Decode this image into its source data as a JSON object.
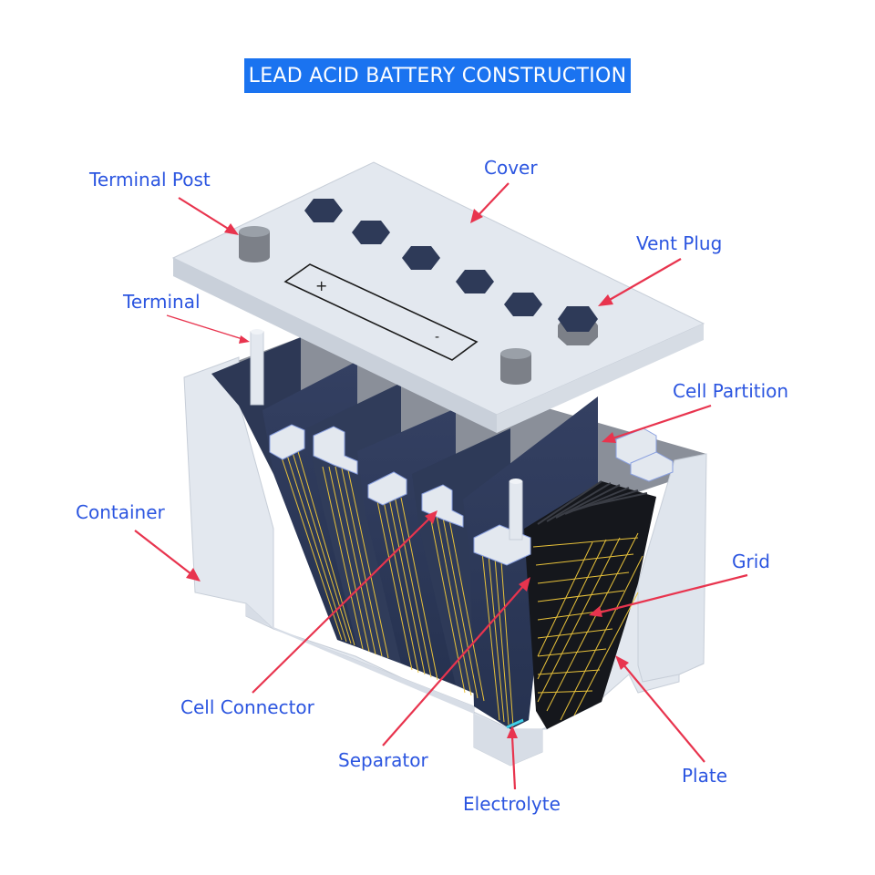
{
  "title": "LEAD ACID BATTERY CONSTRUCTION",
  "labels": {
    "terminal_post": "Terminal Post",
    "cover": "Cover",
    "vent_plug": "Vent Plug",
    "terminal": "Terminal",
    "cell_partition": "Cell Partition",
    "container": "Container",
    "grid": "Grid",
    "cell_connector": "Cell Connector",
    "separator": "Separator",
    "plate": "Plate",
    "electrolyte": "Electrolyte"
  },
  "cover_marks": {
    "plus": "+",
    "minus": "-"
  },
  "colors": {
    "title_bg": "#1a73f0",
    "label_text": "#2b55e0",
    "leader": "#e8344e",
    "container": "#e3e8ef",
    "plate_dark": "#2e3a58",
    "grid_lines": "#e8c23a",
    "electrolyte": "#3fd0e8"
  }
}
